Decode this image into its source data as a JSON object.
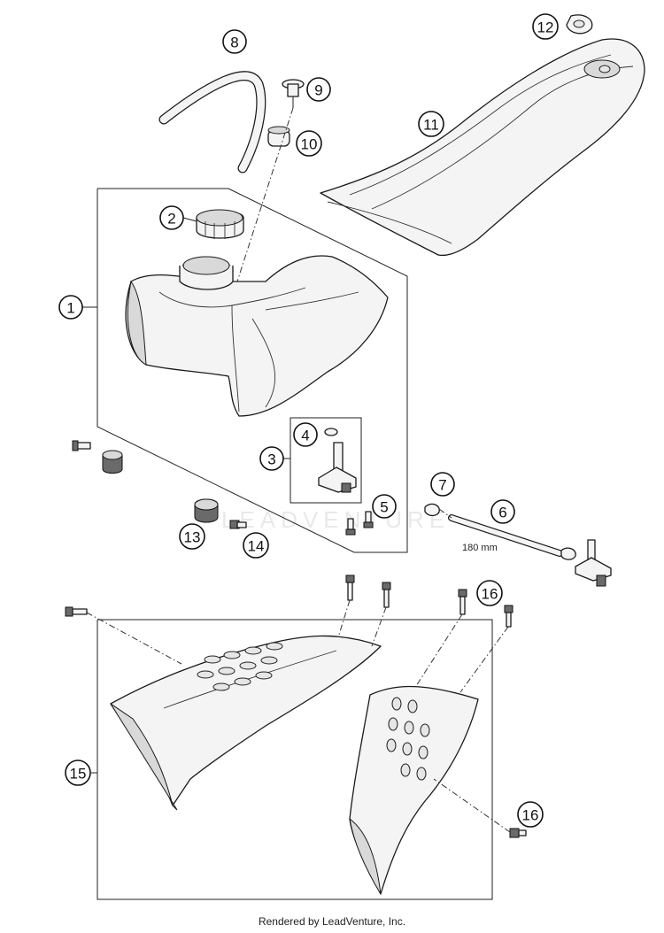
{
  "diagram": {
    "callouts": [
      {
        "id": "1",
        "label": "1"
      },
      {
        "id": "2",
        "label": "2"
      },
      {
        "id": "3",
        "label": "3"
      },
      {
        "id": "4",
        "label": "4"
      },
      {
        "id": "5",
        "label": "5"
      },
      {
        "id": "6",
        "label": "6"
      },
      {
        "id": "7",
        "label": "7"
      },
      {
        "id": "8",
        "label": "8"
      },
      {
        "id": "9",
        "label": "9"
      },
      {
        "id": "10",
        "label": "10"
      },
      {
        "id": "11",
        "label": "11"
      },
      {
        "id": "12",
        "label": "12"
      },
      {
        "id": "13",
        "label": "13"
      },
      {
        "id": "14",
        "label": "14"
      },
      {
        "id": "15",
        "label": "15"
      },
      {
        "id": "16a",
        "label": "16"
      },
      {
        "id": "16b",
        "label": "16"
      }
    ],
    "dimension_label": "180 mm",
    "watermark_text": "LEADVENTURE"
  },
  "footer": {
    "credit": "Rendered by LeadVenture, Inc."
  }
}
